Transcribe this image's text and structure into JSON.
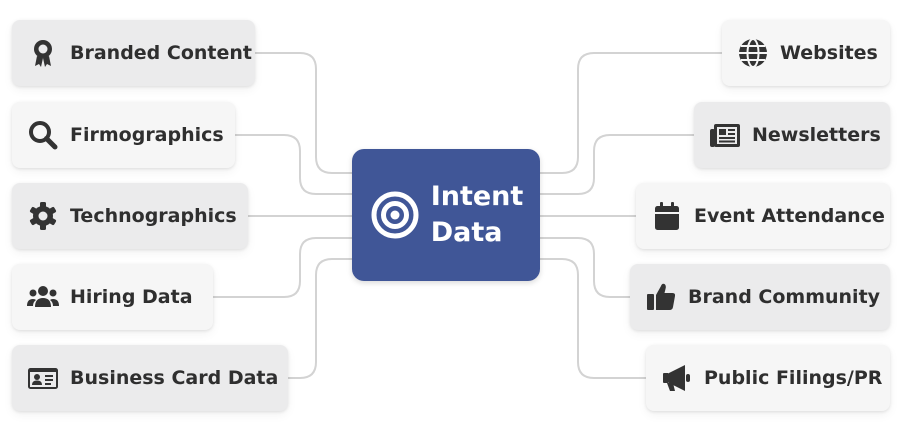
{
  "center": {
    "line1": "Intent",
    "line2": "Data",
    "icon": "target-icon"
  },
  "left_items": [
    {
      "label": "Branded Content",
      "icon": "award-icon"
    },
    {
      "label": "Firmographics",
      "icon": "search-icon"
    },
    {
      "label": "Technographics",
      "icon": "gear-icon"
    },
    {
      "label": "Hiring Data",
      "icon": "people-icon"
    },
    {
      "label": "Business Card Data",
      "icon": "id-card-icon"
    }
  ],
  "right_items": [
    {
      "label": "Websites",
      "icon": "globe-icon"
    },
    {
      "label": "Newsletters",
      "icon": "newspaper-icon"
    },
    {
      "label": "Event Attendance",
      "icon": "calendar-icon"
    },
    {
      "label": "Brand Community",
      "icon": "thumbs-up-icon"
    },
    {
      "label": "Public Filings/PR",
      "icon": "megaphone-icon"
    }
  ],
  "colors": {
    "center_fill": "#405697",
    "text": "#2f2f2f",
    "connector": "#d0d0d0"
  }
}
